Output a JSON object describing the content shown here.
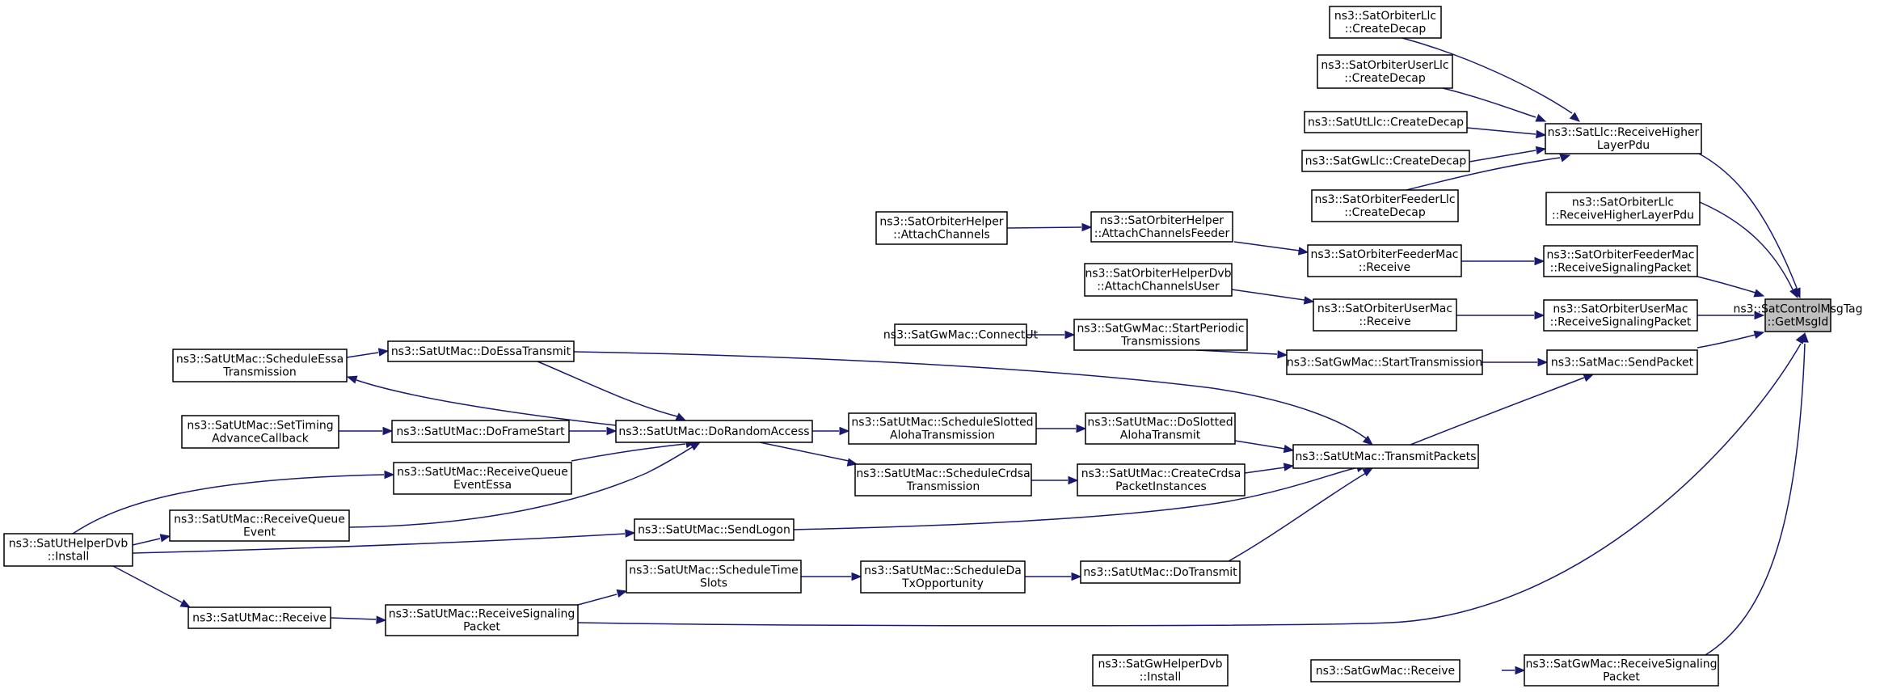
{
  "diagram": {
    "nodes": [
      {
        "id": "root",
        "lines": [
          "ns3::SatControlMsgTag",
          "::GetMsgId"
        ],
        "root": true
      },
      {
        "id": "llcRecvHigher",
        "lines": [
          "ns3::SatLlc::ReceiveHigher",
          "LayerPdu"
        ]
      },
      {
        "id": "orbLlcRecvHigher",
        "lines": [
          "ns3::SatOrbiterLlc",
          "::ReceiveHigherLayerPdu"
        ]
      },
      {
        "id": "orbFeederMacRecvSig",
        "lines": [
          "ns3::SatOrbiterFeederMac",
          "::ReceiveSignalingPacket"
        ]
      },
      {
        "id": "orbUserMacRecvSig",
        "lines": [
          "ns3::SatOrbiterUserMac",
          "::ReceiveSignalingPacket"
        ]
      },
      {
        "id": "macSendPacket",
        "lines": [
          "ns3::SatMac::SendPacket"
        ]
      },
      {
        "id": "utMacRecvSigPacket",
        "lines": [
          "ns3::SatUtMac::ReceiveSignaling",
          "Packet"
        ]
      },
      {
        "id": "gwMacRecvSig",
        "lines": [
          "ns3::SatGwMac::ReceiveSignaling",
          "Packet"
        ]
      },
      {
        "id": "orbLlcCreateDecap",
        "lines": [
          "ns3::SatOrbiterLlc",
          "::CreateDecap"
        ]
      },
      {
        "id": "orbUserLlcCreateDecap",
        "lines": [
          "ns3::SatOrbiterUserLlc",
          "::CreateDecap"
        ]
      },
      {
        "id": "utLlcCreateDecap",
        "lines": [
          "ns3::SatUtLlc::CreateDecap"
        ]
      },
      {
        "id": "gwLlcCreateDecap",
        "lines": [
          "ns3::SatGwLlc::CreateDecap"
        ]
      },
      {
        "id": "orbFeederLlcCreateDecap",
        "lines": [
          "ns3::SatOrbiterFeederLlc",
          "::CreateDecap"
        ]
      },
      {
        "id": "orbFeederMacRecv",
        "lines": [
          "ns3::SatOrbiterFeederMac",
          "::Receive"
        ]
      },
      {
        "id": "orbUserMacRecv",
        "lines": [
          "ns3::SatOrbiterUserMac",
          "::Receive"
        ]
      },
      {
        "id": "gwMacStartTx",
        "lines": [
          "ns3::SatGwMac::StartTransmission"
        ]
      },
      {
        "id": "utMacTransmitPackets",
        "lines": [
          "ns3::SatUtMac::TransmitPackets"
        ]
      },
      {
        "id": "gwMacRecv",
        "lines": [
          "ns3::SatGwMac::Receive"
        ]
      },
      {
        "id": "orbHelperAttachFeeder",
        "lines": [
          "ns3::SatOrbiterHelper",
          "::AttachChannelsFeeder"
        ]
      },
      {
        "id": "orbHelperDvbAttachUser",
        "lines": [
          "ns3::SatOrbiterHelperDvb",
          "::AttachChannelsUser"
        ]
      },
      {
        "id": "gwMacStartPeriodic",
        "lines": [
          "ns3::SatGwMac::StartPeriodic",
          "Transmissions"
        ]
      },
      {
        "id": "orbHelperAttach",
        "lines": [
          "ns3::SatOrbiterHelper",
          "::AttachChannels"
        ]
      },
      {
        "id": "gwMacConnectUt",
        "lines": [
          "ns3::SatGwMac::ConnectUt"
        ]
      },
      {
        "id": "utMacDoEssaTransmit",
        "lines": [
          "ns3::SatUtMac::DoEssaTransmit"
        ]
      },
      {
        "id": "utMacDoSlottedAloha",
        "lines": [
          "ns3::SatUtMac::DoSlotted",
          "AlohaTransmit"
        ]
      },
      {
        "id": "utMacCreateCrdsa",
        "lines": [
          "ns3::SatUtMac::CreateCrdsa",
          "PacketInstances"
        ]
      },
      {
        "id": "utMacSendLogon",
        "lines": [
          "ns3::SatUtMac::SendLogon"
        ]
      },
      {
        "id": "utMacDoTransmit",
        "lines": [
          "ns3::SatUtMac::DoTransmit"
        ]
      },
      {
        "id": "utMacSchedSlotted",
        "lines": [
          "ns3::SatUtMac::ScheduleSlotted",
          "AlohaTransmission"
        ]
      },
      {
        "id": "utMacSchedCrdsa",
        "lines": [
          "ns3::SatUtMac::ScheduleCrdsa",
          "Transmission"
        ]
      },
      {
        "id": "utMacSchedDaTx",
        "lines": [
          "ns3::SatUtMac::ScheduleDa",
          "TxOpportunity"
        ]
      },
      {
        "id": "utMacDoRandomAccess",
        "lines": [
          "ns3::SatUtMac::DoRandomAccess"
        ]
      },
      {
        "id": "utMacSchedTimeSlots",
        "lines": [
          "ns3::SatUtMac::ScheduleTime",
          "Slots"
        ]
      },
      {
        "id": "utMacSchedEssa",
        "lines": [
          "ns3::SatUtMac::ScheduleEssa",
          "Transmission"
        ]
      },
      {
        "id": "utMacDoFrameStart",
        "lines": [
          "ns3::SatUtMac::DoFrameStart"
        ]
      },
      {
        "id": "utMacRecvQueueEssa",
        "lines": [
          "ns3::SatUtMac::ReceiveQueue",
          "EventEssa"
        ]
      },
      {
        "id": "utMacSetTiming",
        "lines": [
          "ns3::SatUtMac::SetTiming",
          "AdvanceCallback"
        ]
      },
      {
        "id": "utMacRecvQueue",
        "lines": [
          "ns3::SatUtMac::ReceiveQueue",
          "Event"
        ]
      },
      {
        "id": "utMacRecv",
        "lines": [
          "ns3::SatUtMac::Receive"
        ]
      },
      {
        "id": "utHelperDvbInstall",
        "lines": [
          "ns3::SatUtHelperDvb",
          "::Install"
        ]
      },
      {
        "id": "gwHelperDvbInstall",
        "lines": [
          "ns3::SatGwHelperDvb",
          "::Install"
        ]
      }
    ]
  }
}
